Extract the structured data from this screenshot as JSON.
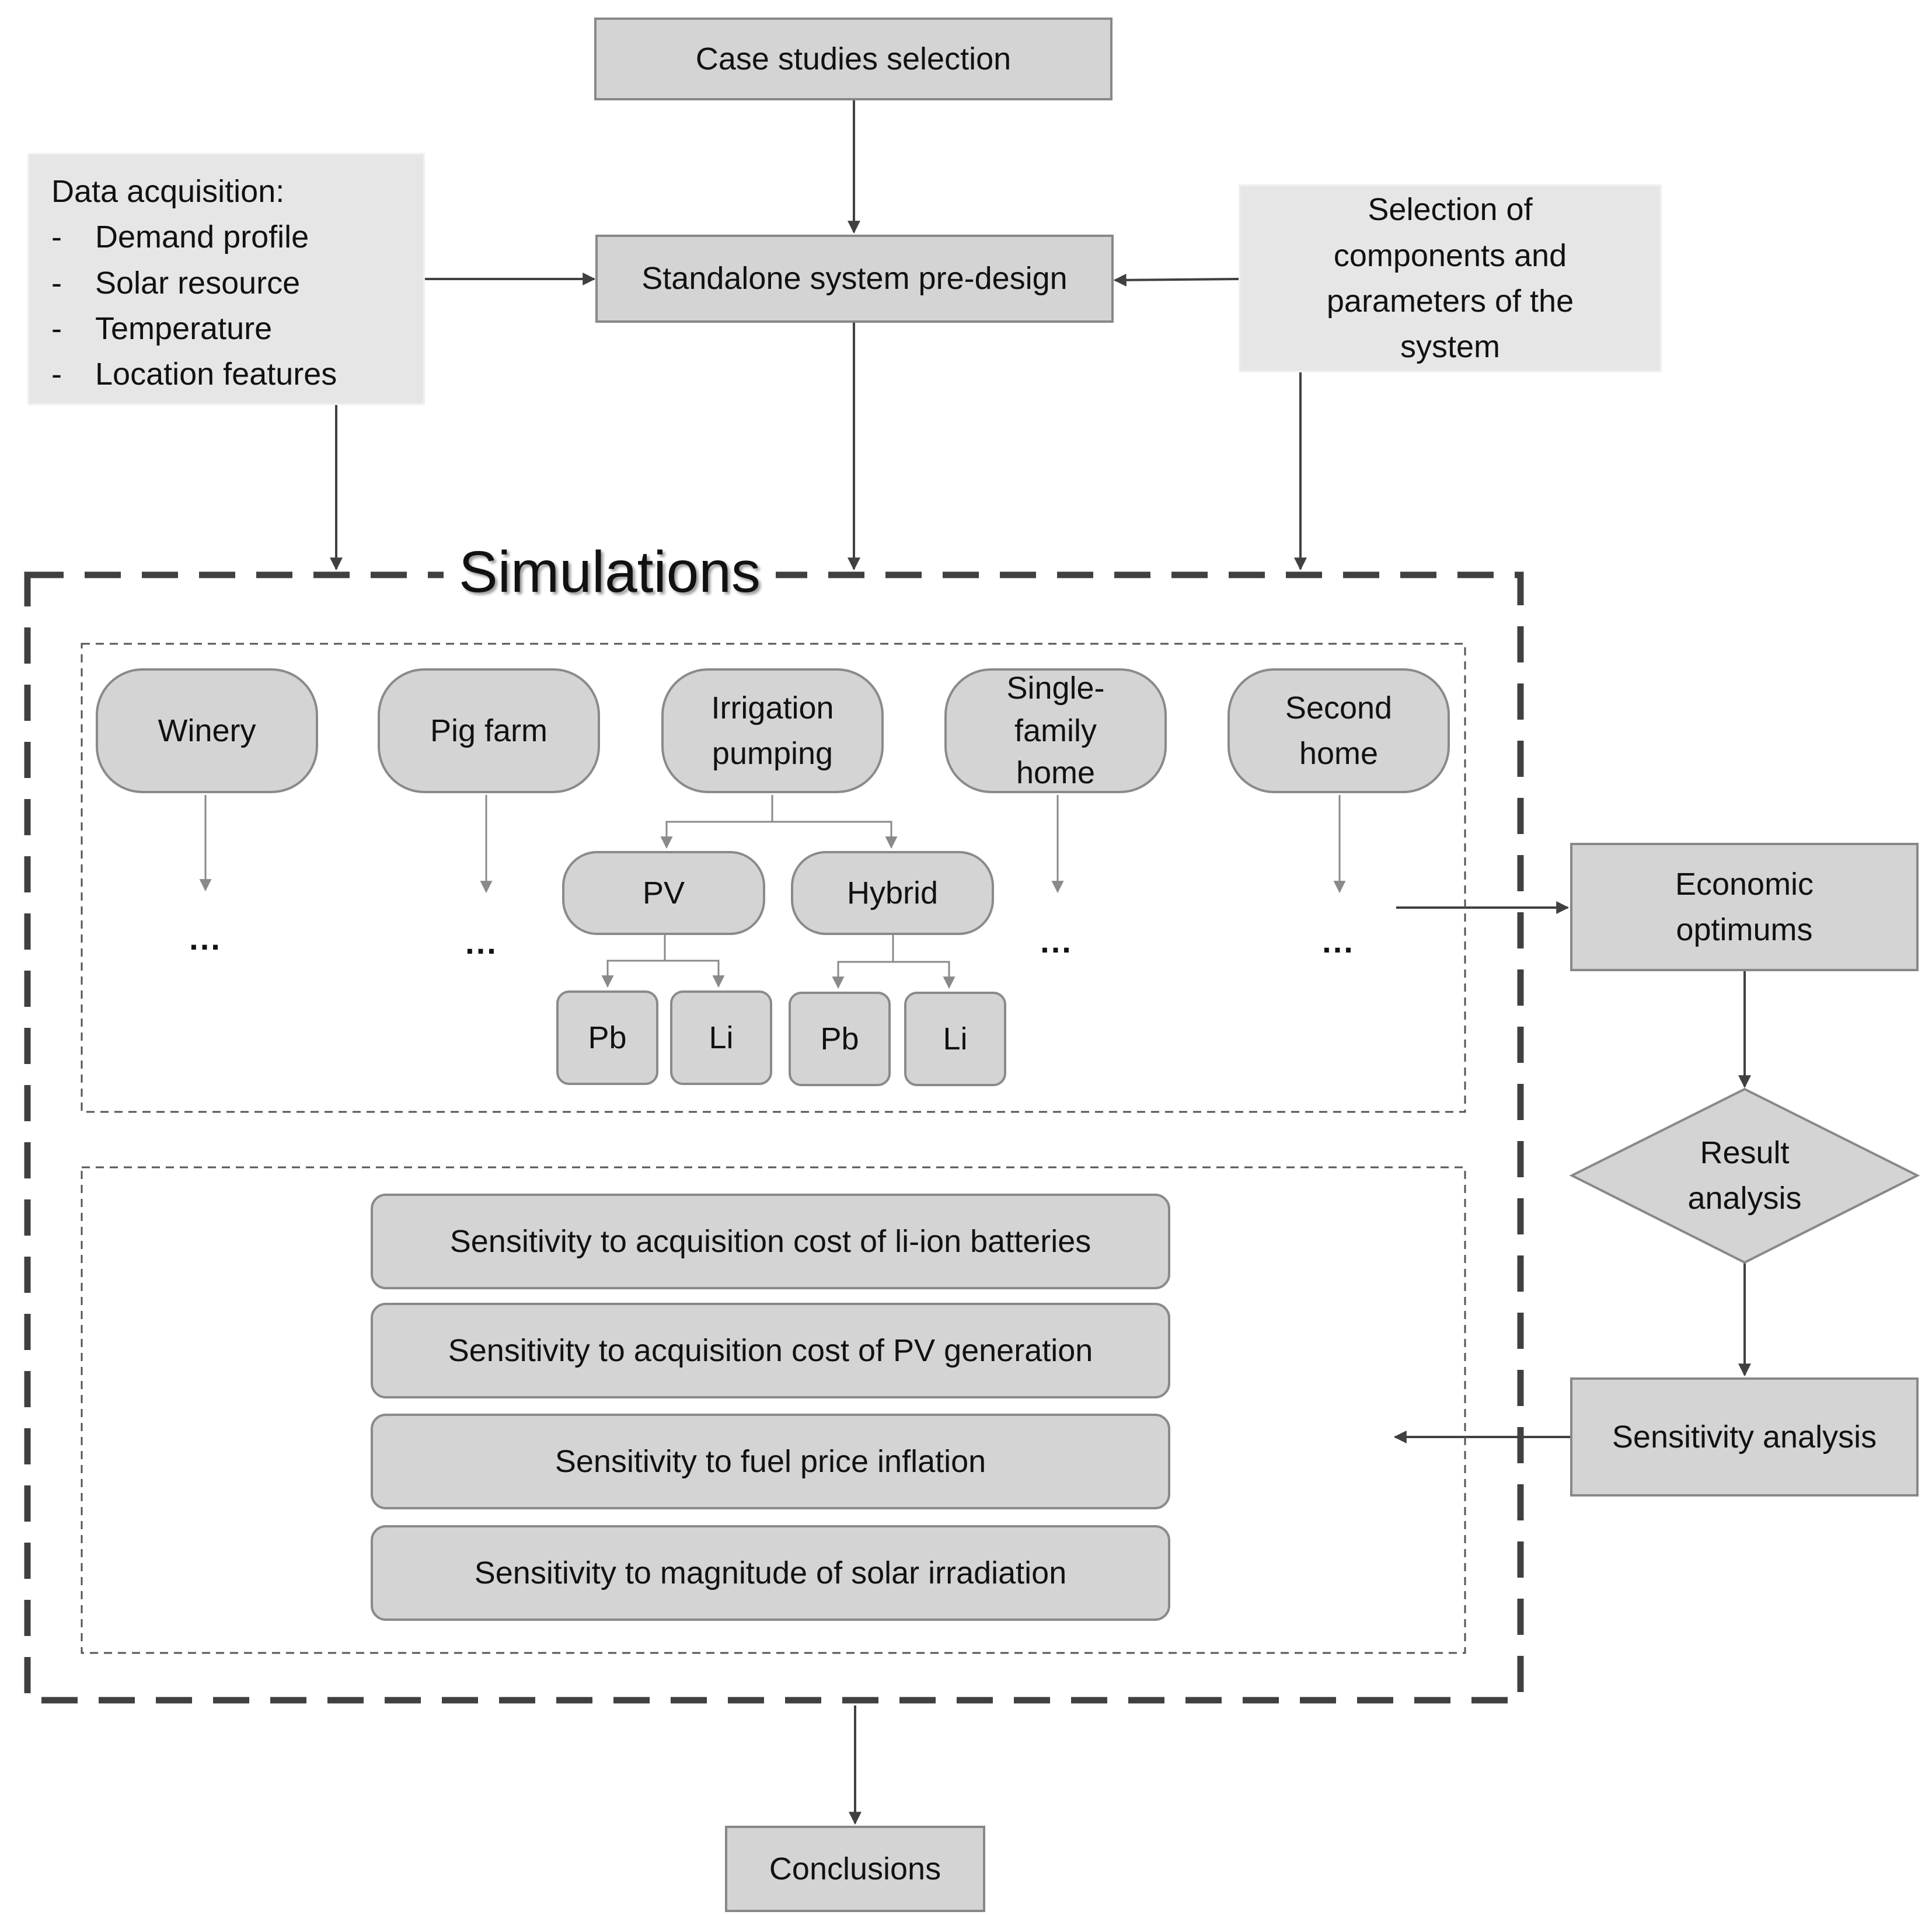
{
  "top": {
    "case_studies": "Case studies selection",
    "pre_design": "Standalone system pre-design",
    "data_acq": {
      "title": "Data acquisition:",
      "items": [
        "Demand profile",
        "Solar resource",
        "Temperature",
        "Location features"
      ],
      "bullet": "-"
    },
    "selection": [
      "Selection of",
      "components and",
      "parameters of the",
      "system"
    ]
  },
  "simulations": {
    "title": "Simulations",
    "cases": [
      [
        "Winery"
      ],
      [
        "Pig farm"
      ],
      [
        "Irrigation",
        "pumping"
      ],
      [
        "Single-",
        "family",
        "home"
      ],
      [
        "Second",
        "home"
      ]
    ],
    "ellipsis": "...",
    "branches": [
      "PV",
      "Hybrid"
    ],
    "leaves": [
      "Pb",
      "Li",
      "Pb",
      "Li"
    ],
    "sensitivities": [
      "Sensitivity to acquisition cost of li-ion batteries",
      "Sensitivity to acquisition cost of PV generation",
      "Sensitivity to fuel price inflation",
      "Sensitivity to magnitude of solar irradiation"
    ]
  },
  "right": {
    "economic": [
      "Economic",
      "optimums"
    ],
    "result": [
      "Result",
      "analysis"
    ],
    "sensitivity": "Sensitivity analysis"
  },
  "conclusions": "Conclusions"
}
